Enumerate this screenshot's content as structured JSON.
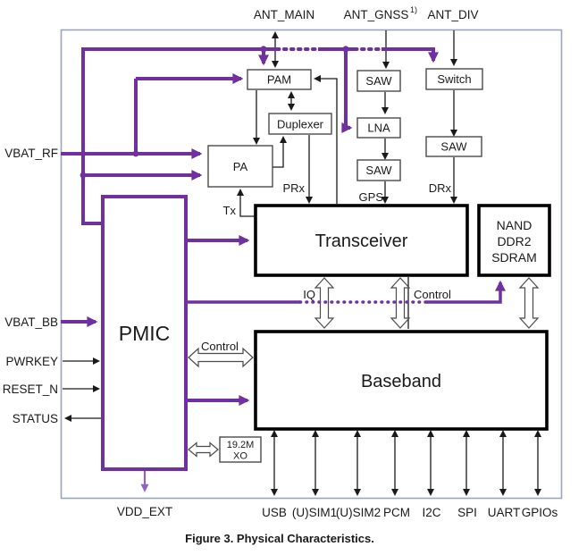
{
  "figure_caption": "Figure 3. Physical Characteristics.",
  "antennas": {
    "main": "ANT_MAIN",
    "gnss": "ANT_GNSS",
    "gnss_note": "1)",
    "div": "ANT_DIV"
  },
  "left_pins": {
    "vbat_rf": "VBAT_RF",
    "vbat_bb": "VBAT_BB",
    "pwrkey": "PWRKEY",
    "reset_n": "RESET_N",
    "status": "STATUS"
  },
  "bottom_pins": {
    "vdd_ext": "VDD_EXT",
    "usb": "USB",
    "usim1": "(U)SIM1",
    "usim2": "(U)SIM2",
    "pcm": "PCM",
    "i2c": "I2C",
    "spi": "SPI",
    "uart": "UART",
    "gpios": "GPIOs"
  },
  "blocks": {
    "pam": "PAM",
    "duplexer": "Duplexer",
    "pa": "PA",
    "saw_gnss": "SAW",
    "lna": "LNA",
    "saw_gps": "SAW",
    "rf_switch": "Switch",
    "saw_div": "SAW",
    "transceiver": "Transceiver",
    "pmic": "PMIC",
    "baseband": "Baseband",
    "memory_line1": "NAND",
    "memory_line2": "DDR2",
    "memory_line3": "SDRAM",
    "xo_line1": "19.2M",
    "xo_line2": "XO"
  },
  "signal_labels": {
    "tx": "Tx",
    "prx": "PRx",
    "gps": "GPS",
    "drx": "DRx",
    "iq": "IQ",
    "iq_control": "Control",
    "pmic_control": "Control"
  },
  "colors": {
    "power_rail": "#7030A0",
    "vdd_ext_arrow": "#8F62C6",
    "outer_border": "#98A6BC",
    "block_border": "#4A4A4A",
    "bold_border": "#000000",
    "text": "#1A1A1A"
  }
}
